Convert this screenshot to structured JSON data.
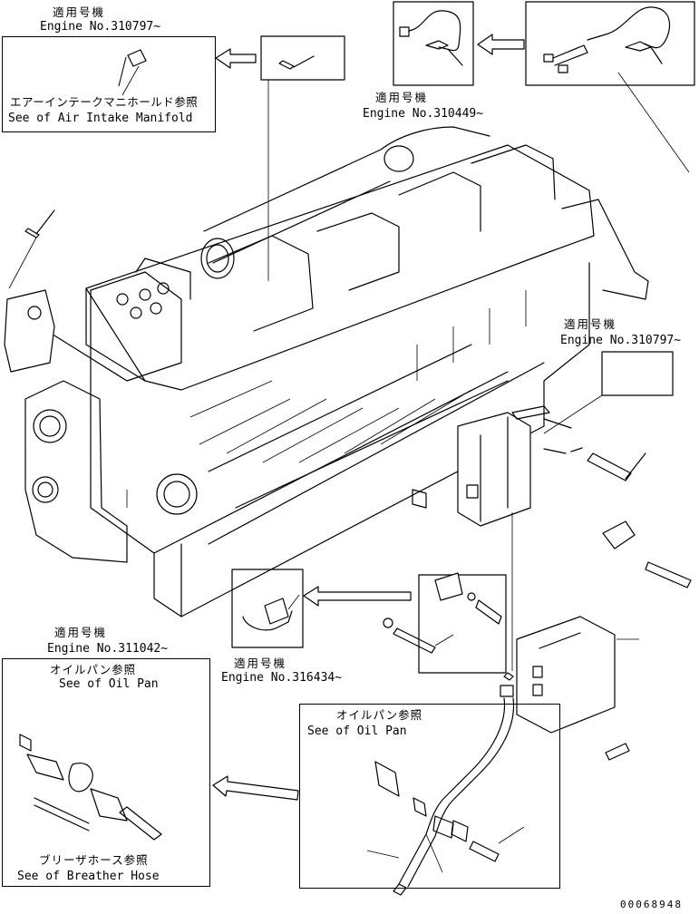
{
  "diagram_number": "00068948",
  "callouts": {
    "top_left": {
      "jp": "適用号機",
      "engine": "Engine No.310797~"
    },
    "air_intake_ref": {
      "jp": "エアーインテークマニホールド参照",
      "en": "See of Air Intake Manifold"
    },
    "top_center": {
      "jp": "適用号機",
      "engine": "Engine No.310449~"
    },
    "right_mid": {
      "jp": "適用号機",
      "engine": "Engine No.310797~"
    },
    "bottom_left": {
      "jp": "適用号機",
      "engine": "Engine No.311042~"
    },
    "oil_pan_ref_left": {
      "jp": "オイルパン参照",
      "en": "See of Oil Pan"
    },
    "breather_ref": {
      "jp": "ブリーザホース参照",
      "en": "See of Breather Hose"
    },
    "bottom_center": {
      "jp": "適用号機",
      "engine": "Engine No.316434~"
    },
    "oil_pan_ref_right": {
      "jp": "オイルパン参照",
      "en": "See of Oil Pan"
    }
  }
}
